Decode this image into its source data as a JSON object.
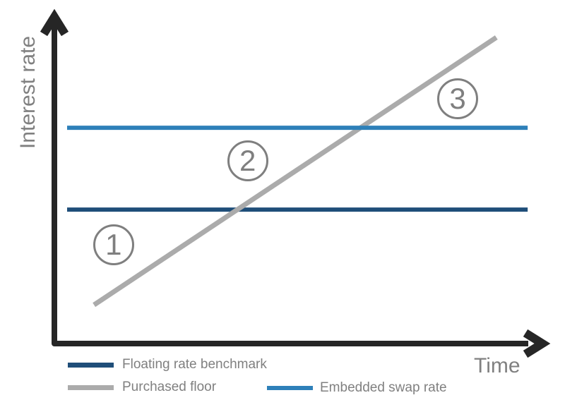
{
  "chart_data": {
    "type": "line",
    "title": "",
    "xlabel": "Time",
    "ylabel": "Interest rate",
    "axes": {
      "x_range": [
        0,
        1
      ],
      "y_range": [
        0,
        1
      ],
      "ticks": "none",
      "grid": false,
      "axis_color": "#262626",
      "style": "schematic arrows, no tick marks"
    },
    "series": [
      {
        "name": "Floating rate benchmark",
        "color": "#1f4e79",
        "width": 6,
        "shape": "horizontal",
        "x1": 0.026,
        "y1": 0.407,
        "x2": 0.967,
        "y2": 0.407
      },
      {
        "name": "Purchased floor",
        "color": "#ababab",
        "width": 7,
        "shape": "rising diagonal",
        "x1": 0.081,
        "y1": 0.116,
        "x2": 0.903,
        "y2": 0.933
      },
      {
        "name": "Embedded swap rate",
        "color": "#2e80b9",
        "width": 6,
        "shape": "horizontal",
        "x1": 0.026,
        "y1": 0.657,
        "x2": 0.967,
        "y2": 0.657
      }
    ],
    "annotations": [
      {
        "label": "1",
        "x": 0.121,
        "y": 0.3
      },
      {
        "label": "2",
        "x": 0.395,
        "y": 0.556
      },
      {
        "label": "3",
        "x": 0.824,
        "y": 0.746
      }
    ],
    "legend": {
      "position": "below chart, two columns",
      "items": [
        {
          "label": "Floating rate benchmark",
          "color": "#1f4e79"
        },
        {
          "label": "Purchased floor",
          "color": "#ababab"
        },
        {
          "label": "Embedded swap rate",
          "color": "#2e80b9"
        }
      ]
    }
  }
}
